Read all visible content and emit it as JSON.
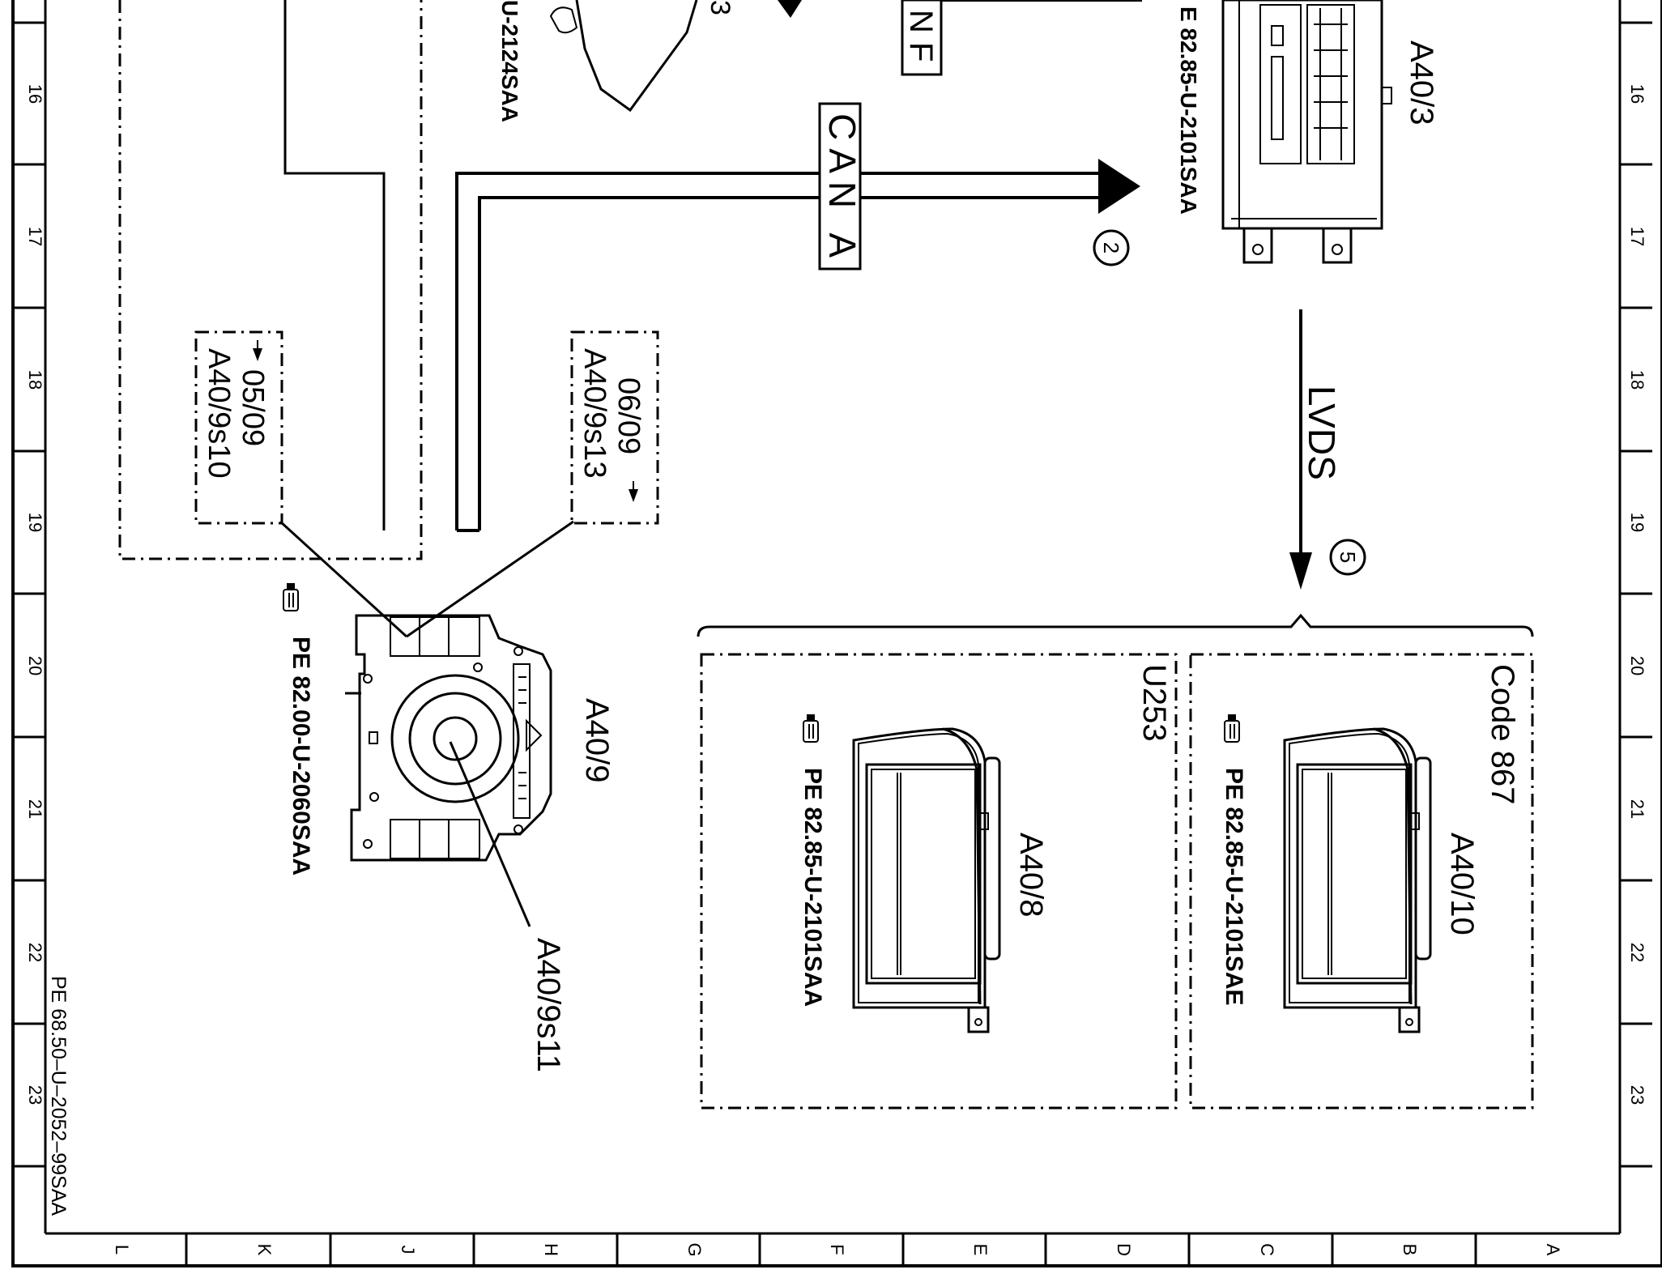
{
  "frame": {
    "row_labels": [
      "16",
      "17",
      "18",
      "19",
      "20",
      "21",
      "22",
      "23"
    ],
    "column_labels": [
      "L",
      "K",
      "J",
      "H",
      "G",
      "F",
      "E",
      "D",
      "C",
      "B",
      "A"
    ],
    "drawing_number": "PE 68.50–U–2052–99SAA"
  },
  "components": {
    "a40_3": {
      "label": "A40/3",
      "ref": "E  82.85-U-2101SAA"
    },
    "a40_9": {
      "label": "A40/9",
      "ref": "PE  82.00-U-2060SAA"
    },
    "a40_9s11": {
      "label": "A40/9s11"
    },
    "a40_8": {
      "label": "A40/8",
      "ref": "PE  82.85-U-2101SAA"
    },
    "a40_10": {
      "label": "A40/10",
      "ref": "PE  82.85-U-2101SAE"
    },
    "top_device": {
      "ref": "U-2124SAA",
      "partial_label": "3"
    }
  },
  "callouts": {
    "box_left": {
      "date": "05/09",
      "label": "A40/9s10"
    },
    "box_right": {
      "date": "06/09",
      "label": "A40/9s13"
    }
  },
  "buses": {
    "can_a": "CAN A",
    "can_f": "N F",
    "lvds": "LVDS"
  },
  "markers": {
    "marker_2": "2",
    "marker_5": "5"
  },
  "variants": {
    "u253": "U253",
    "code_867": "Code 867"
  },
  "icons": [
    "pointing-hand-icon"
  ]
}
